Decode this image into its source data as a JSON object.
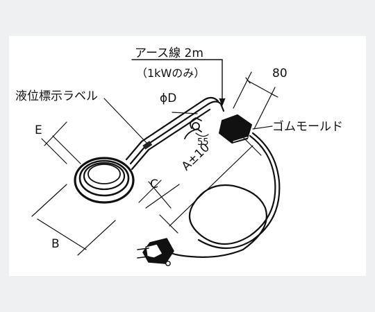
{
  "diagram": {
    "labels": {
      "ground_wire": "アース線 2m",
      "ground_wire_note": "（1kWのみ）",
      "liquid_level_label": "液位標示ラベル",
      "dim_phi_d": "ϕD",
      "rubber_mold": "ゴムモールド",
      "dim_80": "80",
      "dim_55": "55",
      "dim_e": "E",
      "dim_c": "C",
      "dim_a": "A±10",
      "dim_b": "B"
    }
  }
}
